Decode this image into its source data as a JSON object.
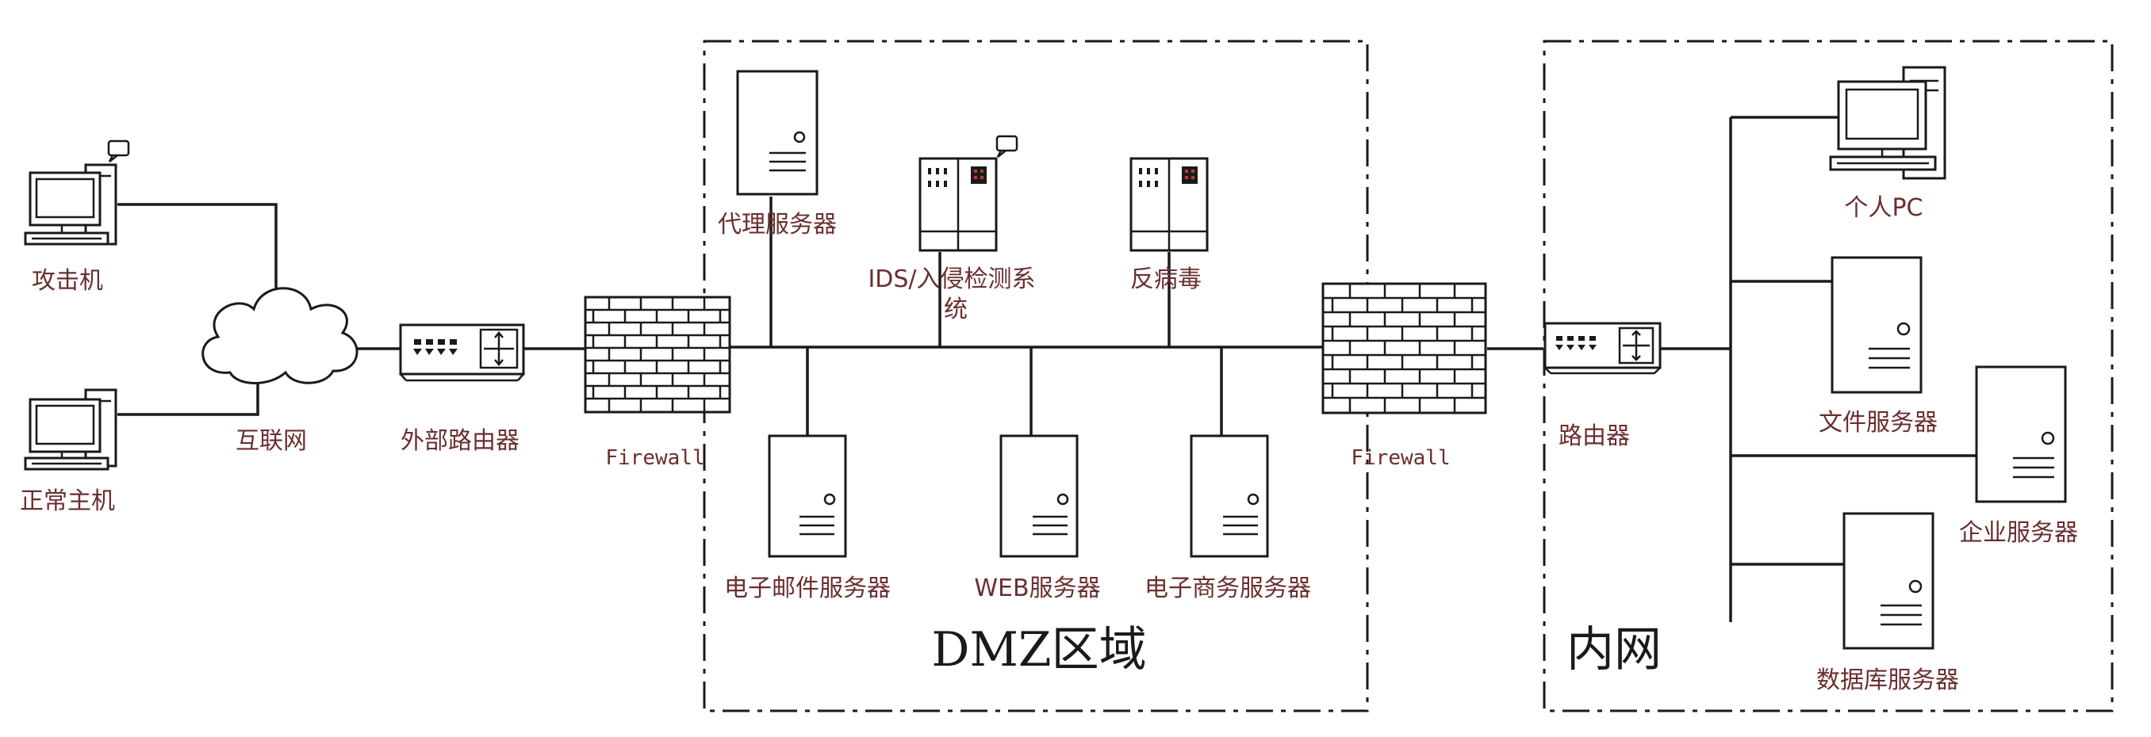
{
  "zones": {
    "dmz_label": "DMZ区域",
    "intranet_label": "内网"
  },
  "nodes": {
    "attacker": "攻击机",
    "normal_host": "正常主机",
    "internet": "互联网",
    "external_router": "外部路由器",
    "firewall_outer": "Firewall",
    "proxy_server": "代理服务器",
    "ids_line1": "IDS/入侵检测系",
    "ids_line2": "统",
    "antivirus": "反病毒",
    "email_server": "电子邮件服务器",
    "web_server": "WEB服务器",
    "ecommerce_server": "电子商务服务器",
    "firewall_inner": "Firewall",
    "router": "路由器",
    "personal_pc": "个人PC",
    "file_server": "文件服务器",
    "enterprise_server": "企业服务器",
    "database_server": "数据库服务器"
  }
}
